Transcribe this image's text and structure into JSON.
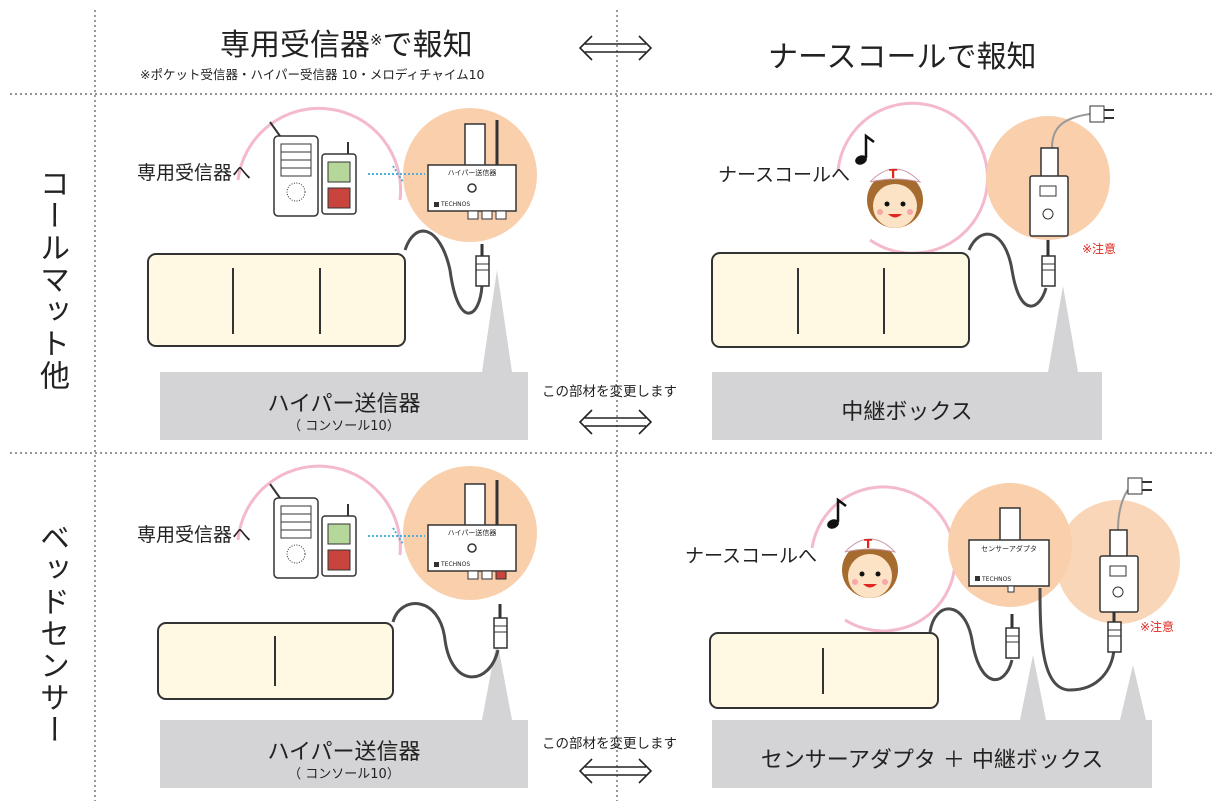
{
  "header": {
    "left_title": "専用受信器",
    "left_title_mark": "※",
    "left_title_suffix": "で報知",
    "left_note": "※ポケット受信器・ハイパー受信器 10・メロディチャイム10",
    "right_title": "ナースコールで報知"
  },
  "rows": [
    {
      "label": "コールマット他",
      "left": {
        "receiver_label": "専用受信器へ",
        "transmitter_device_text": "ハイパー送信器",
        "brand": "TECHNOS",
        "box_main": "ハイパー送信器",
        "box_sub": "（ コンソール10）"
      },
      "center": {
        "change_label": "この部材を変更します"
      },
      "right": {
        "nurse_label": "ナースコールへ",
        "warning": "※注意",
        "box_main": "中継ボックス"
      }
    },
    {
      "label": "ベッドセンサー",
      "left": {
        "receiver_label": "専用受信器へ",
        "transmitter_device_text": "ハイパー送信器",
        "brand": "TECHNOS",
        "box_main": "ハイパー送信器",
        "box_sub": "（ コンソール10）"
      },
      "center": {
        "change_label": "この部材を変更します"
      },
      "right": {
        "nurse_label": "ナースコールへ",
        "adapter_device_text": "センサーアダプタ",
        "brand": "TECHNOS",
        "warning": "※注意",
        "box_main": "センサーアダプタ ＋ 中継ボックス"
      }
    }
  ],
  "colors": {
    "peach_circle": "#f9cfac",
    "pink_ring": "#f4b9cc",
    "mat_fill": "#fff9e4",
    "gray_box": "#d4d4d6",
    "cable": "#4a4a4a",
    "wireless": "#4fb0d8",
    "warning_red": "#e0261e"
  }
}
